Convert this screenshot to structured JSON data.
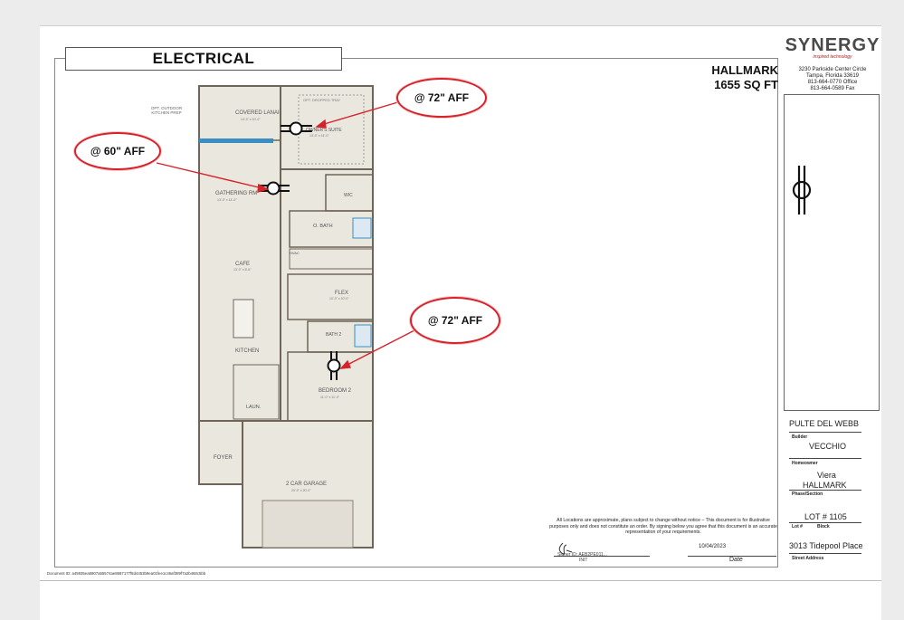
{
  "sheet": {
    "title": "ELECTRICAL",
    "plan_name": "HALLMARK",
    "plan_size": "1655 SQ FT"
  },
  "company": {
    "name": "SYNERGY",
    "tagline": "inspired technology",
    "address_lines": [
      "3230 Parkside Center Circle",
      "Tampa, Florida 33619",
      "813-664-0770 Office",
      "813-664-0589 Fax"
    ]
  },
  "callouts": [
    {
      "text": "@ 72\" AFF"
    },
    {
      "text": "@ 60\" AFF"
    },
    {
      "text": "@ 72\" AFF"
    }
  ],
  "rooms": {
    "ops_outdoor": "OPT. OUTDOOR KITCHEN PREP",
    "covered_lanai": "COVERED LANAI",
    "lanai_dim": "14'-0\" x 10'-0\"",
    "opt_tray": "OPT. DROPPED TRAY",
    "owners_suite": "OWNER'S SUITE",
    "owners_dim": "13'-0\" x 14'-0\"",
    "gathering": "GATHERING RM",
    "gathering_dim": "13'-0\" x 14'-0\"",
    "wic": "WIC",
    "o_bath": "O. BATH",
    "hvac": "HVAC",
    "cafe": "CAFE",
    "cafe_dim": "13'-0\" x 8'-6\"",
    "flex": "FLEX",
    "flex_dim": "10'-0\" x 10'-0\"",
    "bath2": "BATH 2",
    "kitchen": "KITCHEN",
    "bedroom2": "BEDROOM 2",
    "bedroom2_dim": "11'-0\" x 11'-0\"",
    "laun": "LAUN.",
    "foyer": "FOYER",
    "garage": "2 CAR GARAGE",
    "garage_dim": "20'-0\" x 20'-0\""
  },
  "title_block": {
    "builder": "PULTE DEL WEBB",
    "builder_label": "Builder",
    "homeowner": "VECCHIO",
    "homeowner_label": "Homeowner",
    "phase_1": "Viera",
    "phase_2": "HALLMARK",
    "phase_label": "Phase/Section",
    "lot": "LOT # 1105",
    "lot_label": "Lot #",
    "block_label": "Block",
    "street": "3013 Tidepool Place",
    "street_label": "Street Address"
  },
  "disclaimer": "All Locations are approximate, plans subject to change without notice – This document is for illustrative purposes only and does not constitute an order. By signing below you agree that this document is an accurate representation of your requirements.",
  "signature": {
    "signer_caption": "Signer ID: AEB2PE011...",
    "init_label": "INIT",
    "date_value": "10/04/2023",
    "date_label": "Date"
  },
  "document_id": "Document ID: a45935ea5907a55574ae8687177f8d4453b9ea01fee1c46af389f7a2b468c5bb",
  "colors": {
    "callout_border": "#d8222a",
    "wall": "#6e6458",
    "floor": "#eae7df",
    "glass": "#3b8ec4"
  }
}
